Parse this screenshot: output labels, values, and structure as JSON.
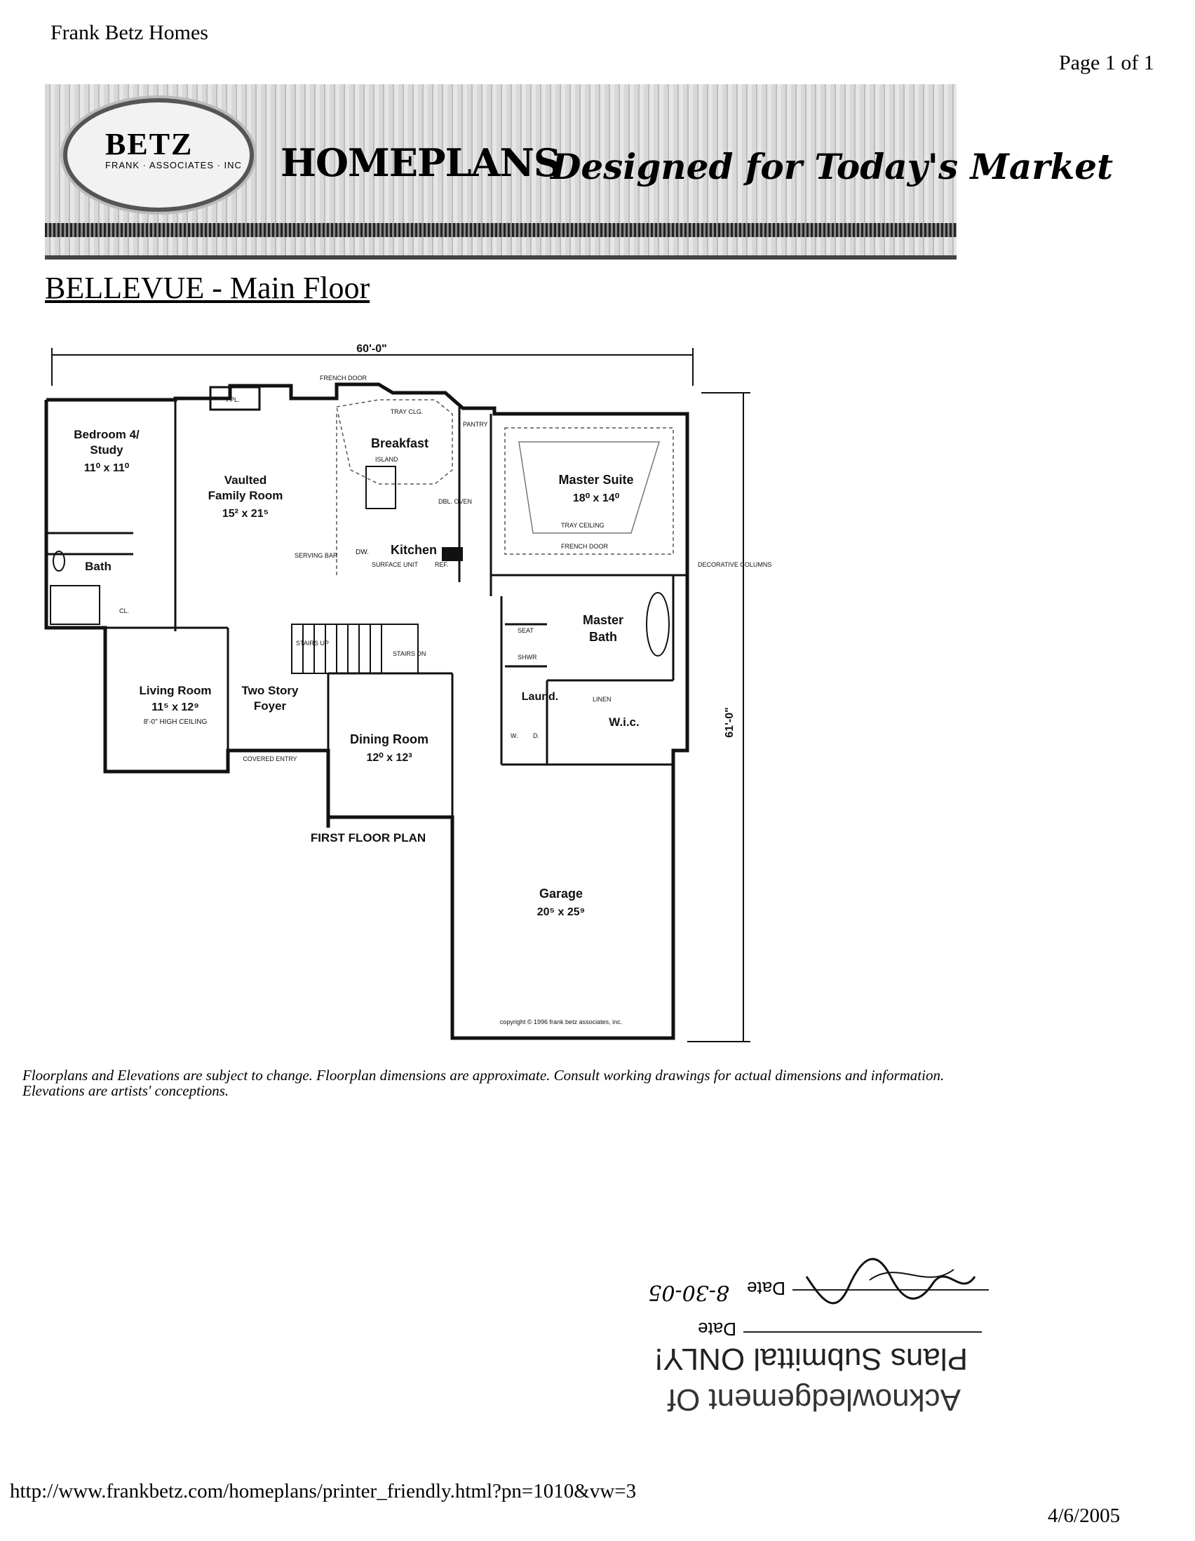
{
  "header": {
    "site_name": "Frank Betz Homes",
    "page_indicator": "Page 1 of 1"
  },
  "banner": {
    "logo_text": "BETZ",
    "logo_small": "FRANK · ASSOCIATES · INC",
    "brand": "HOMEPLANS",
    "tagline": "Designed for Today's Market"
  },
  "plan": {
    "title": "BELLEVUE - Main Floor",
    "overall_width": "60'-0\"",
    "overall_depth": "61'-0\"",
    "plan_label": "FIRST FLOOR PLAN",
    "copyright": "copyright © 1996 frank betz associates, inc.",
    "rooms": [
      {
        "name": "Bedroom 4/\nStudy",
        "line1": "Bedroom 4/",
        "line2": "Study",
        "dims": "11⁰ x 11⁰"
      },
      {
        "name": "Vaulted Family Room",
        "line1": "Vaulted",
        "line2": "Family Room",
        "dims": "15² x 21⁵"
      },
      {
        "name": "Breakfast",
        "line1": "Breakfast"
      },
      {
        "name": "Kitchen",
        "line1": "Kitchen"
      },
      {
        "name": "Master Suite",
        "line1": "Master Suite",
        "dims": "18⁰ x 14⁰"
      },
      {
        "name": "Bath",
        "line1": "Bath"
      },
      {
        "name": "Master Bath",
        "line1": "Master",
        "line2": "Bath"
      },
      {
        "name": "Living Room",
        "line1": "Living Room",
        "dims": "11⁵ x 12⁹",
        "note": "8'-0\" HIGH CEILING"
      },
      {
        "name": "Two Story Foyer",
        "line1": "Two Story",
        "line2": "Foyer"
      },
      {
        "name": "Dining Room",
        "line1": "Dining Room",
        "dims": "12⁰ x 12³"
      },
      {
        "name": "Laund.",
        "line1": "Laund."
      },
      {
        "name": "W.i.c.",
        "line1": "W.i.c."
      },
      {
        "name": "Garage",
        "line1": "Garage",
        "dims": "20⁵ x 25⁹"
      }
    ],
    "labels": {
      "fpl": "FPL.",
      "french_door": "FRENCH DOOR",
      "tray_clg": "TRAY CLG.",
      "pantry": "PANTRY",
      "island": "ISLAND",
      "dbl_oven": "DBL. OVEN",
      "serving_bar": "SERVING BAR",
      "dw": "DW.",
      "surface_unit": "SURFACE UNIT",
      "ref": "REF.",
      "tray_ceiling": "TRAY CEILING",
      "french_door_2": "FRENCH DOOR",
      "decorative_columns": "DECORATIVE COLUMNS",
      "stairs_up": "STAIRS UP",
      "stairs_dn": "STAIRS DN",
      "seat": "SEAT",
      "shwr": "SHWR",
      "linen": "LINEN",
      "w": "W.",
      "d": "D.",
      "covered_entry": "COVERED ENTRY",
      "clst": "CL."
    }
  },
  "disclaimer": {
    "line1": "Floorplans and Elevations are subject to change. Floorplan dimensions are approximate. Consult working drawings for actual dimensions and information.",
    "line2": "Elevations are artists' conceptions."
  },
  "stamp": {
    "line1": "Acknowledgement Of",
    "line2": "Plans Submittal ONLY!",
    "date_label_1": "Date",
    "date_label_2": "Date",
    "date_handwritten": "8-30-05"
  },
  "footer": {
    "url": "http://www.frankbetz.com/homeplans/printer_friendly.html?pn=1010&vw=3",
    "printed_date": "4/6/2005"
  }
}
